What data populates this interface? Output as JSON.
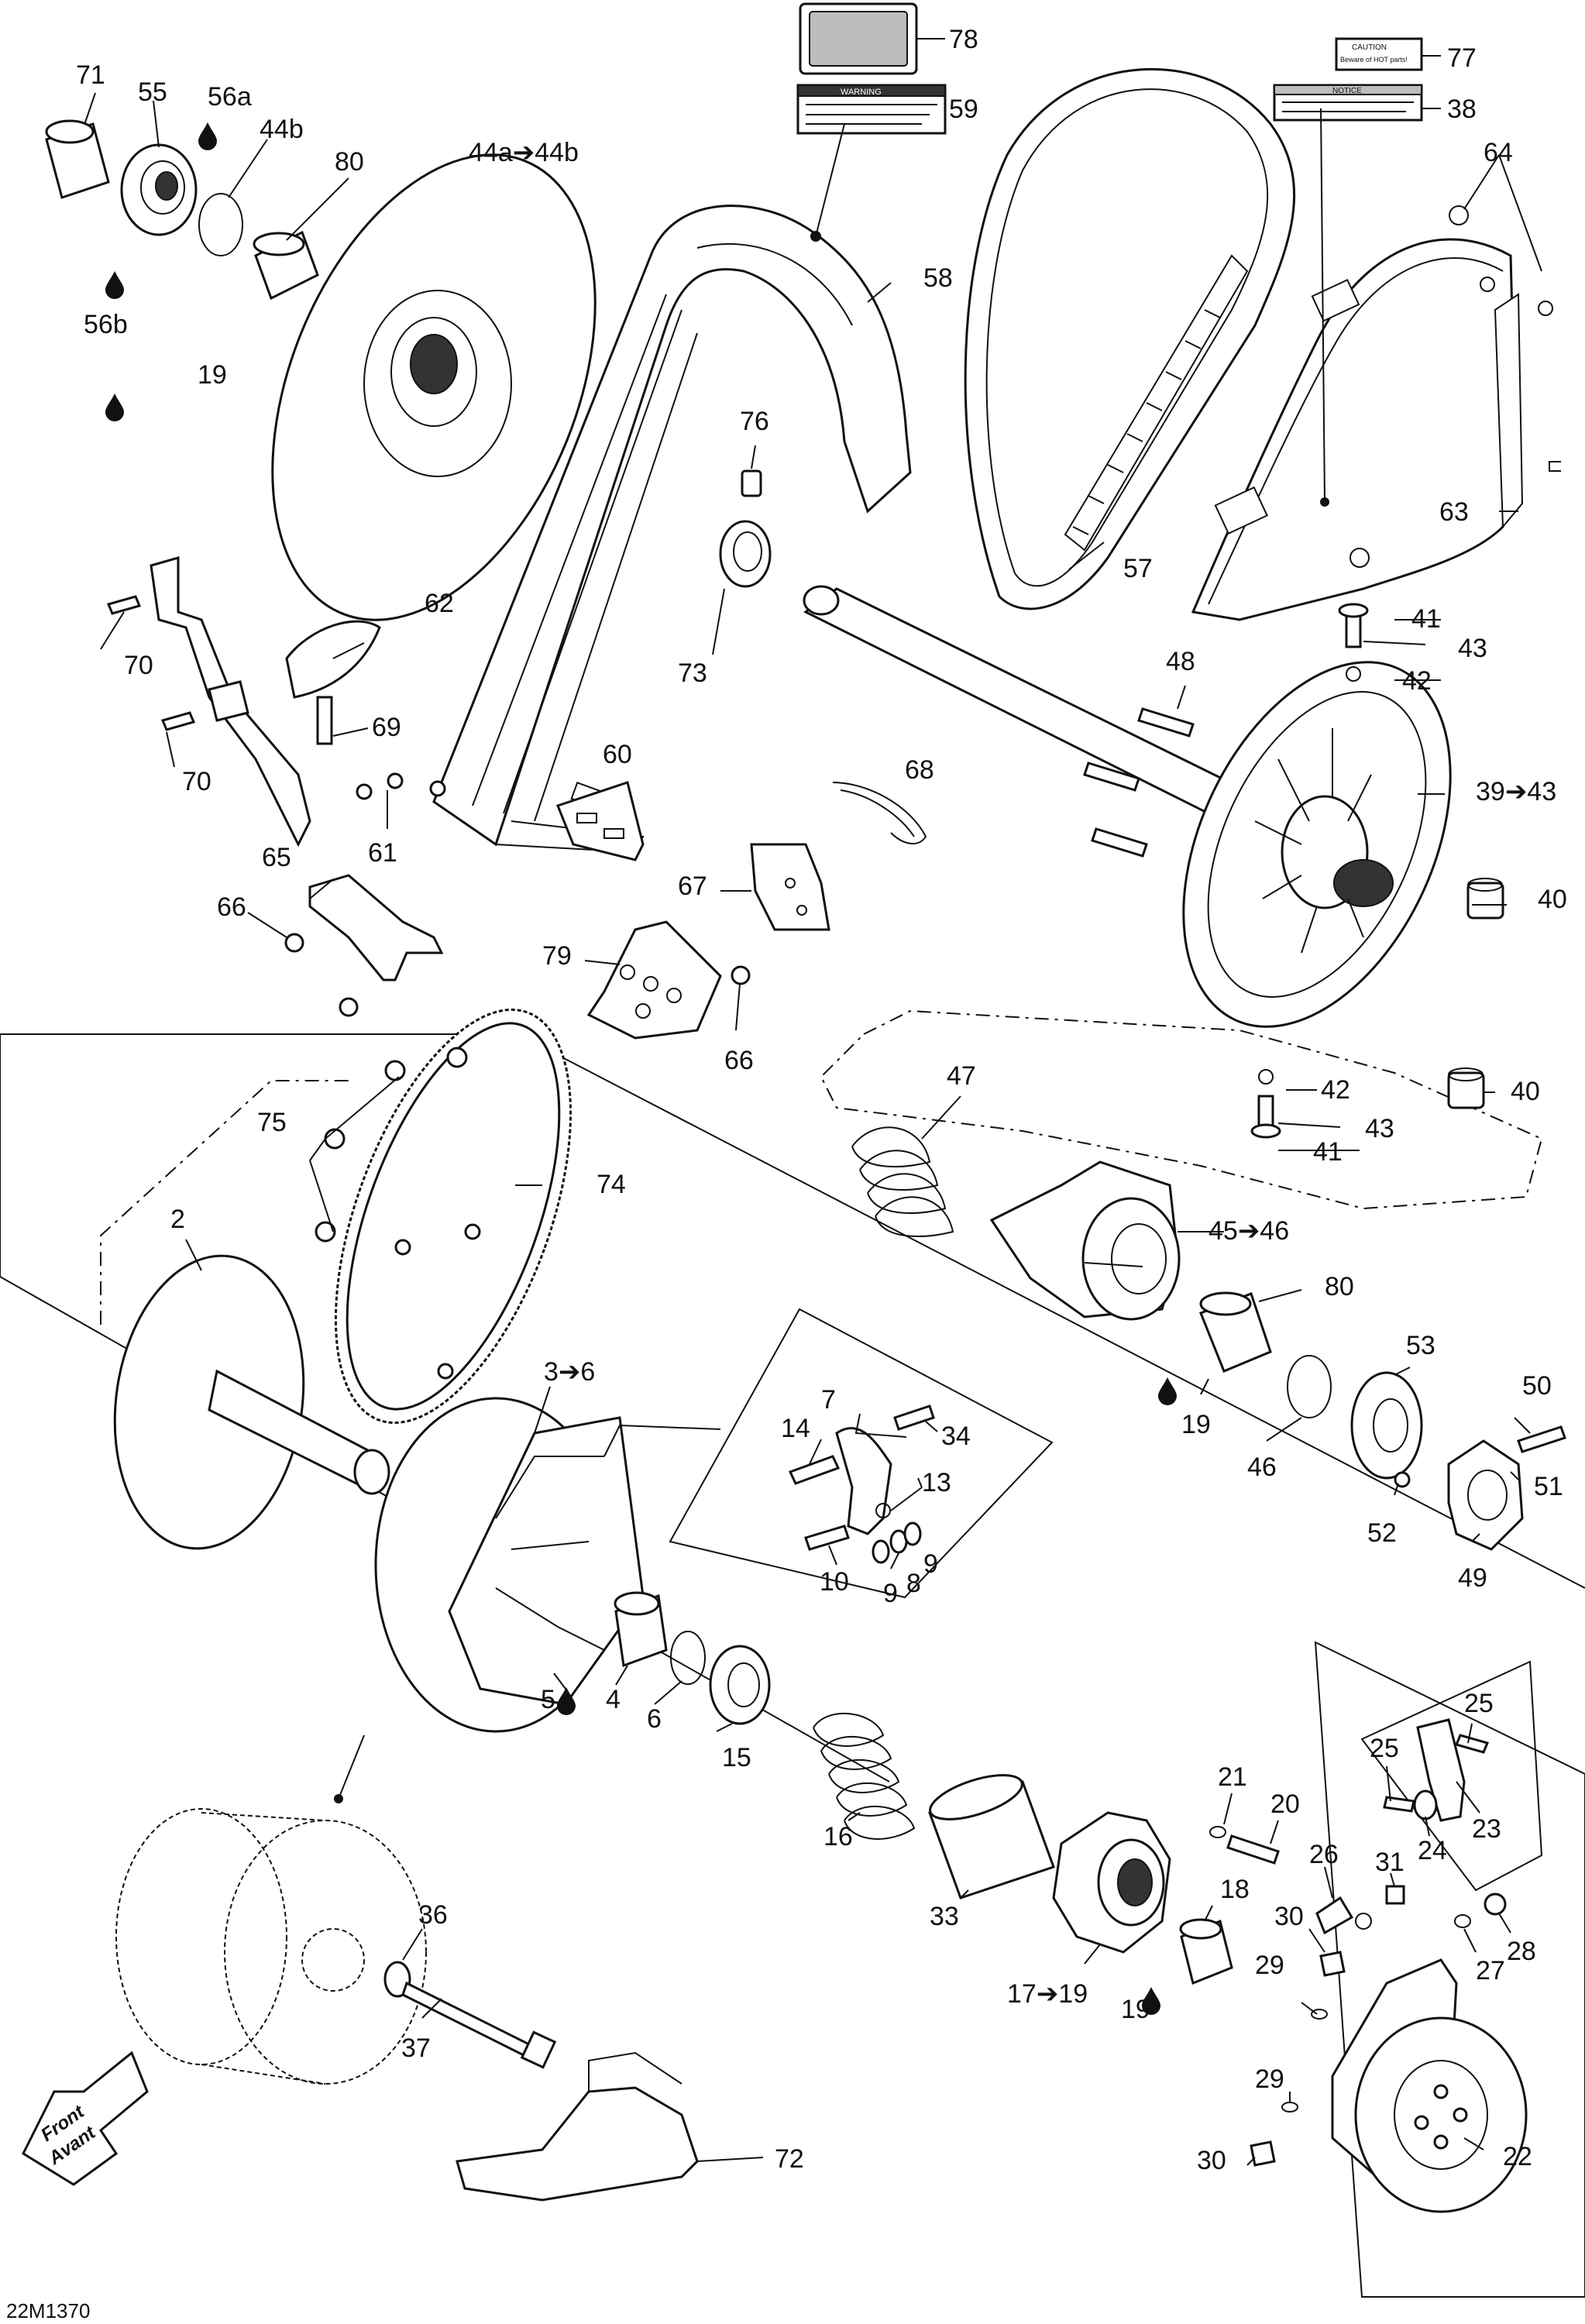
{
  "diagram_ref": "22M1370",
  "front_arrow": {
    "line1": "Front",
    "line2": "Avant"
  },
  "decal_77": {
    "title": "CAUTION",
    "text": "Beware of HOT parts!"
  },
  "decal_59": {
    "title": "WARNING"
  },
  "decal_38": {
    "title": "NOTICE"
  },
  "callouts": {
    "c71": "71",
    "c55": "55",
    "c56a": "56a",
    "c44b": "44b",
    "c80a": "80",
    "c44a": "44a➔44b",
    "c56b": "56b",
    "c19a": "19",
    "c78": "78",
    "c59": "59",
    "c77": "77",
    "c38": "38",
    "c64": "64",
    "c58": "58",
    "c76": "76",
    "c57": "57",
    "c63": "63",
    "c73": "73",
    "c62": "62",
    "c70a": "70",
    "c70b": "70",
    "c69": "69",
    "c41a": "41",
    "c43a": "43",
    "c42a": "42",
    "c48": "48",
    "c60": "60",
    "c68": "68",
    "c39": "39➔43",
    "c61": "61",
    "c65": "65",
    "c66a": "66",
    "c67": "67",
    "c40a": "40",
    "c79": "79",
    "c66b": "66",
    "c47": "47",
    "c42b": "42",
    "c40b": "40",
    "c43b": "43",
    "c41b": "41",
    "c75": "75",
    "c74": "74",
    "c45": "45➔46",
    "c2": "2",
    "c80b": "80",
    "c53": "53",
    "c3": "3➔6",
    "c7": "7",
    "c14": "14",
    "c34": "34",
    "c19b": "19",
    "c50": "50",
    "c13": "13",
    "c46": "46",
    "c51": "51",
    "c52": "52",
    "c9a": "9",
    "c10": "10",
    "c9b": "9",
    "c8": "8",
    "c49": "49",
    "c5": "5",
    "c4": "4",
    "c6": "6",
    "c15": "15",
    "c25a": "25",
    "c25b": "25",
    "c21": "21",
    "c20": "20",
    "c23": "23",
    "c24": "24",
    "c16": "16",
    "c26": "26",
    "c31": "31",
    "c36": "36",
    "c18": "18",
    "c33": "33",
    "c30a": "30",
    "c28": "28",
    "c27": "27",
    "c29a": "29",
    "c17": "17➔19",
    "c37": "37",
    "c19c": "19",
    "c29b": "29",
    "c72": "72",
    "c30b": "30",
    "c22": "22"
  }
}
